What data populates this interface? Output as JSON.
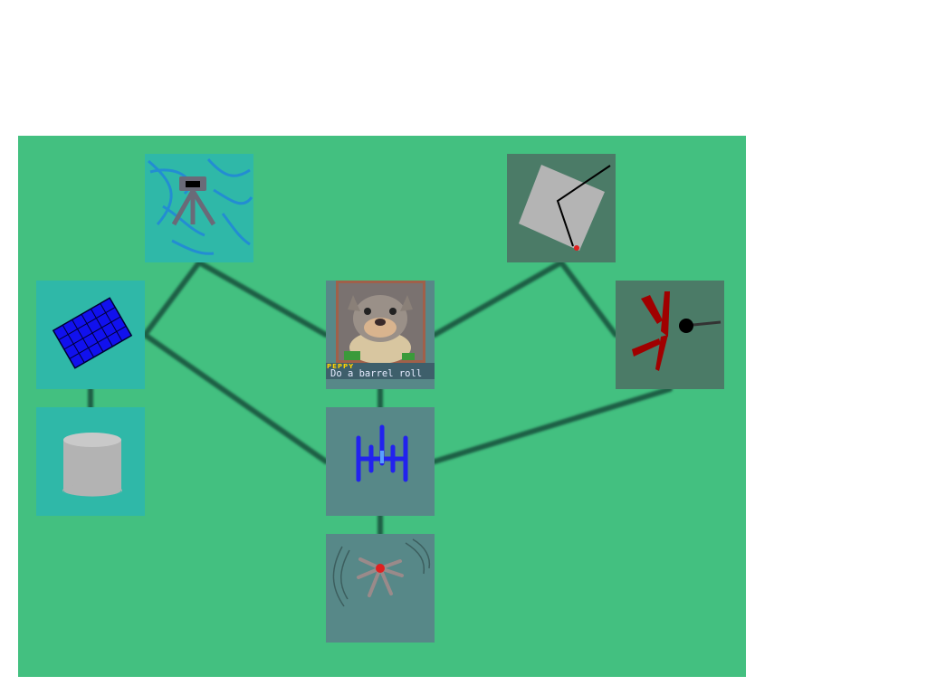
{
  "colors": {
    "board": "#43c080",
    "link": "#1e5e45",
    "tile_teal": "#2fb8a8",
    "tile_slate": "#578888",
    "tile_dark": "#4b7b67",
    "accent_red": "#e02020",
    "panel_blue": "#1111ee"
  },
  "nodes": [
    {
      "id": "tripod",
      "icon": "tripod-camera-icon"
    },
    {
      "id": "panel",
      "icon": "solar-panel-icon"
    },
    {
      "id": "cylinder",
      "icon": "cylinder-icon"
    },
    {
      "id": "peppy",
      "icon": "peppy-portrait-icon"
    },
    {
      "id": "fighter",
      "icon": "arwing-fighter-icon"
    },
    {
      "id": "spider",
      "icon": "spider-drone-icon"
    },
    {
      "id": "plane",
      "icon": "tilted-plane-icon"
    },
    {
      "id": "arms",
      "icon": "red-arms-icon"
    }
  ],
  "peppy": {
    "name": "PEPPY",
    "quote": "Do a barrel roll",
    "name_color": "#ffd400",
    "quote_color": "#e6ecff"
  }
}
